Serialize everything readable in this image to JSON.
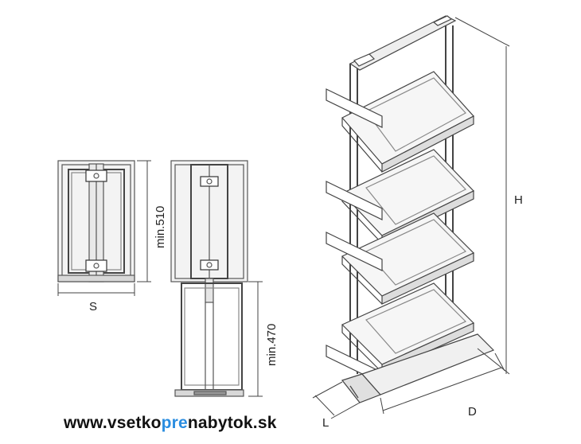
{
  "labels": {
    "s": "S",
    "min510": "min.510",
    "min470": "min.470",
    "h": "H",
    "l": "L",
    "d": "D"
  },
  "watermark": {
    "part1": "www.vsetko",
    "part2": "pre",
    "part3": "nabytok.sk",
    "accent_color": "#2a8de0"
  }
}
